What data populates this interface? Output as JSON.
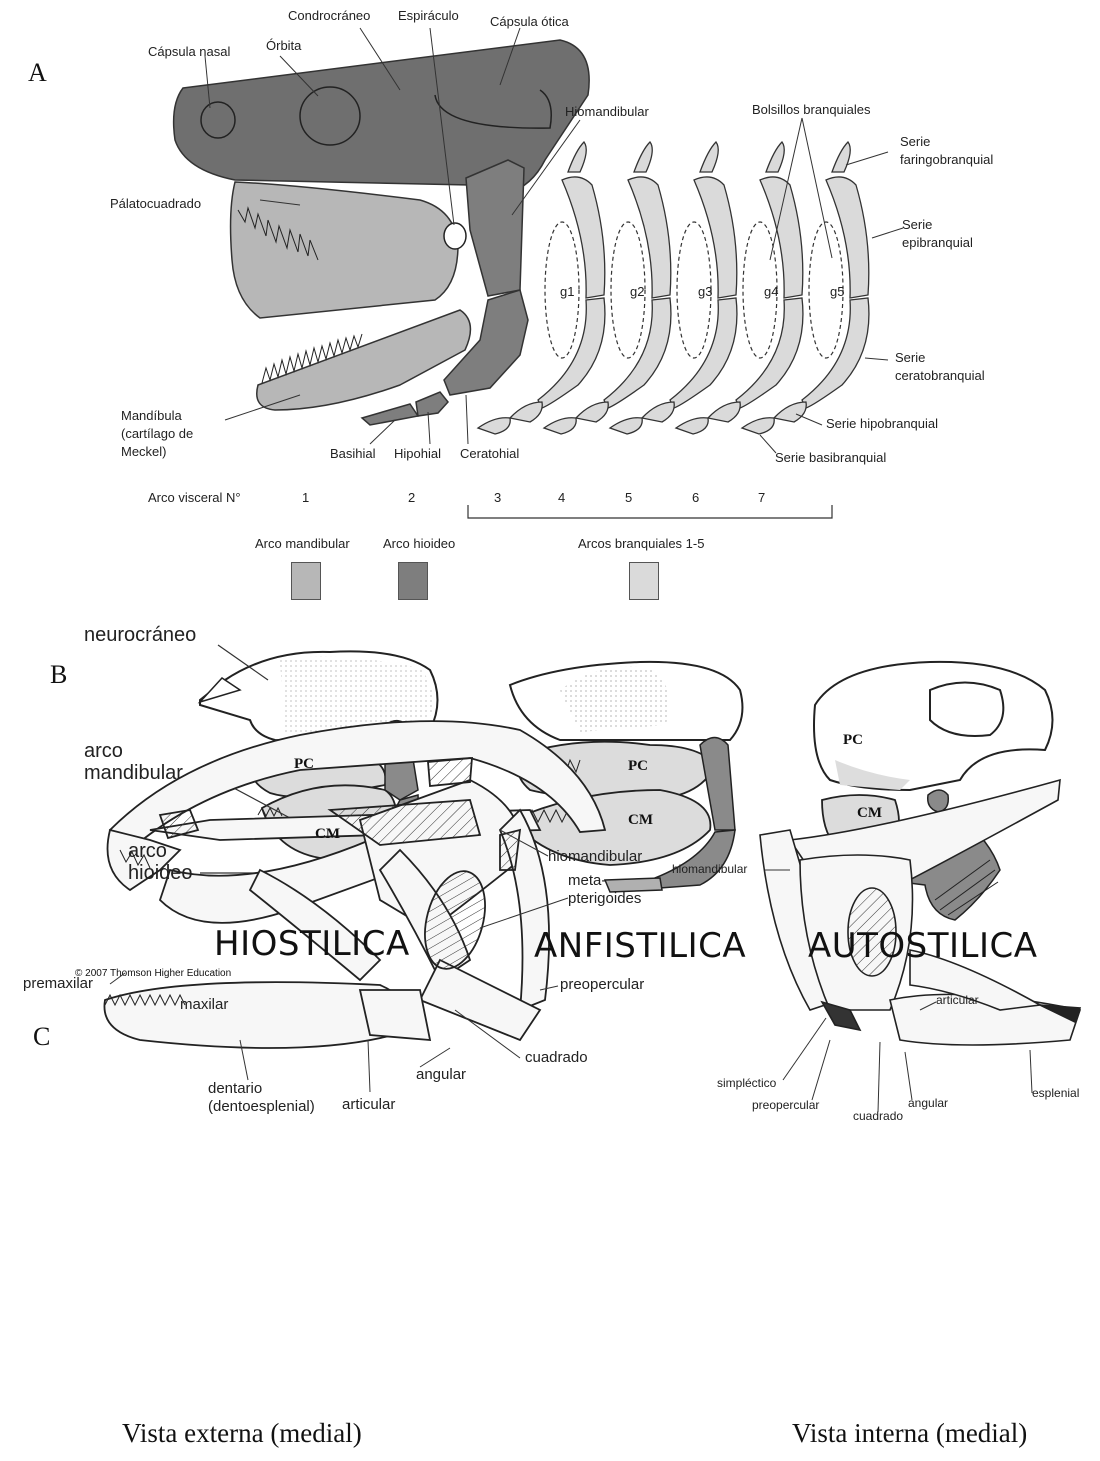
{
  "panels": {
    "a": "A",
    "b": "B",
    "c": "C"
  },
  "panel_a": {
    "labels": {
      "condrocraneo": "Condrocráneo",
      "espiraculo": "Espiráculo",
      "capsula_otica": "Cápsula ótica",
      "capsula_nasal": "Cápsula nasal",
      "orbita": "Órbita",
      "hiomandibular": "Hiomandibular",
      "bolsillos": "Bolsillos branquiales",
      "faringo_1": "Serie",
      "faringo_2": "faringobranquial",
      "palatocuadrado": "Pálatocuadrado",
      "epi_1": "Serie",
      "epi_2": "epibranquial",
      "cerato_1": "Serie",
      "cerato_2": "ceratobranquial",
      "mandibula_1": "Mandíbula",
      "mandibula_2": "(cartílago de",
      "mandibula_3": "Meckel)",
      "hipobranquial": "Serie hipobranquial",
      "basibranquial": "Serie basibranquial",
      "basihial": "Basihial",
      "hipohial": "Hipohial",
      "ceratohial": "Ceratohial"
    },
    "gills": [
      "g1",
      "g2",
      "g3",
      "g4",
      "g5"
    ],
    "arch_row_label": "Arco visceral N°",
    "arch_numbers": [
      "1",
      "2",
      "3",
      "4",
      "5",
      "6",
      "7"
    ],
    "legend": [
      {
        "label": "Arco mandibular",
        "color": "#b7b7b7"
      },
      {
        "label": "Arco hioideo",
        "color": "#7e7e7e"
      },
      {
        "label": "Arcos branquiales 1-5",
        "color": "#dadada"
      }
    ],
    "colors": {
      "chondrocranium": "#6f6f6f",
      "mandibular": "#b7b7b7",
      "hyoid": "#7e7e7e",
      "branchial": "#dadada"
    }
  },
  "panel_b": {
    "labels": {
      "neurocraneo": "neurocráneo",
      "arco_mand_1": "arco",
      "arco_mand_2": "mandibular",
      "arco_hio_1": "arco",
      "arco_hio_2": "hioideo",
      "pc": "PC",
      "cm": "CM"
    },
    "types": [
      "HIOSTILICA",
      "ANFISTILICA",
      "AUTOSTILICA"
    ],
    "copyright": "© 2007 Thomson Higher Education"
  },
  "panel_c": {
    "left_labels": {
      "hiomandibular": "hiomandibular",
      "meta_1": "meta-",
      "meta_2": "pterigoides",
      "premaxilar": "premaxilar",
      "maxilar": "maxilar",
      "preopercular": "preopercular",
      "cuadrado": "cuadrado",
      "angular": "angular",
      "dentario_1": "dentario",
      "dentario_2": "(dentoesplenial)",
      "articular": "articular"
    },
    "right_labels": {
      "hiomandibular": "hiomandibular",
      "articular": "articular",
      "simplectico": "simpléctico",
      "preopercular": "preopercular",
      "cuadrado": "cuadrado",
      "angular": "angular",
      "esplenial": "esplenial"
    },
    "captions": {
      "left": "Vista externa (medial)",
      "right": "Vista interna (medial)"
    }
  }
}
